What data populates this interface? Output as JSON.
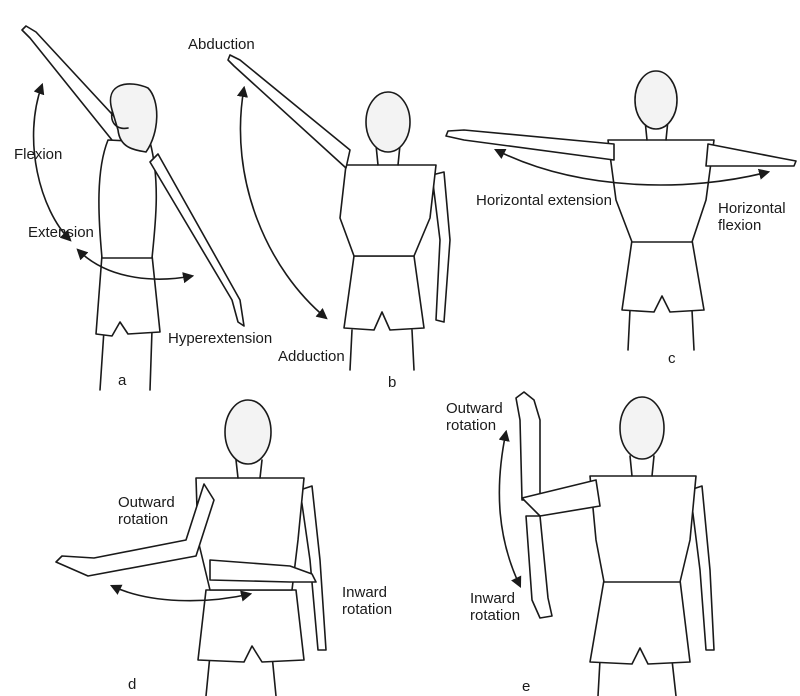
{
  "panels": {
    "a": {
      "letter": "a",
      "labels": {
        "flexion": "Flexion",
        "extension": "Extension",
        "hyperextension": "Hyperextension"
      }
    },
    "b": {
      "letter": "b",
      "labels": {
        "abduction": "Abduction",
        "adduction": "Adduction"
      }
    },
    "c": {
      "letter": "c",
      "labels": {
        "horizontal_extension": "Horizontal extension",
        "horizontal_flexion": "Horizontal\nflexion"
      }
    },
    "d": {
      "letter": "d",
      "labels": {
        "outward_rotation": "Outward\nrotation",
        "inward_rotation": "Inward\nrotation"
      }
    },
    "e": {
      "letter": "e",
      "labels": {
        "outward_rotation": "Outward\nrotation",
        "inward_rotation": "Inward\nrotation"
      }
    }
  },
  "colors": {
    "line": "#1a1a1a",
    "figure_fill": "#ffffff",
    "hair": "#f3f3f3"
  }
}
